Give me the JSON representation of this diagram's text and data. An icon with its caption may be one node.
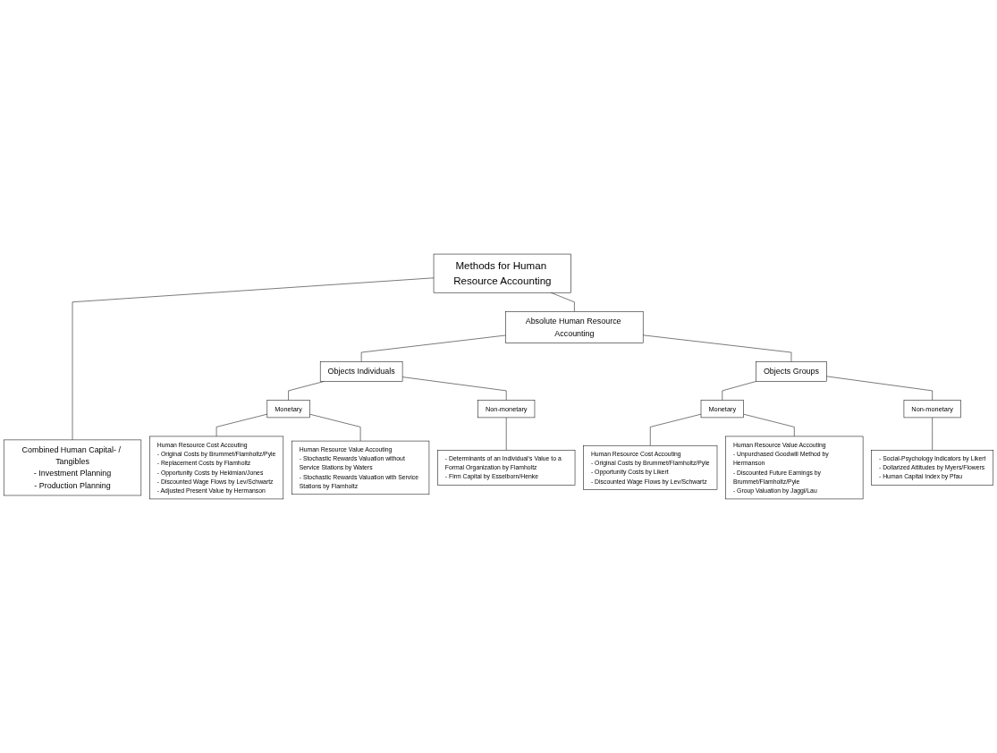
{
  "diagram": {
    "nodes": [
      {
        "text": [
          "Methods for Human Resource Accounting"
        ]
      },
      {
        "text": [
          "Combined Human Capital- / Tangibles",
          "- Investment Planning",
          "- Production Planning"
        ]
      },
      {
        "text": [
          "Absolute Human Resource Accounting"
        ]
      },
      {
        "text": [
          "Objects Individuals"
        ]
      },
      {
        "text": [
          "Objects Groups"
        ]
      },
      {
        "text": [
          "Monetary"
        ]
      },
      {
        "text": [
          "Non-monetary"
        ]
      },
      {
        "text": [
          "Human Resource Cost Accouting",
          "- Original Costs by Brummet/Flamholtz/Pyle",
          "- Replacement Costs by Flamholtz",
          "- Opportunity Costs by Hekimian/Jones",
          "- Discounted Wage Flows by Lev/Schwartz",
          "- Adjusted Present Value by Hermanson"
        ]
      },
      {
        "text": [
          "Human Resource Value Accouting",
          "- Stochastic Rewards Valuation without Service Stations by Waters",
          "- Stochastic Rewards Valuation with Service Stations by Flamholtz"
        ]
      },
      {
        "text": [
          "- Determinants of an Individual‘s Value to a Formal Organization by Flamholtz",
          "- Firm Capital by Esselborn/Henke"
        ]
      },
      {
        "text": [
          "Monetary"
        ]
      },
      {
        "text": [
          "Non-monetary"
        ]
      },
      {
        "text": [
          "- Social-Psychology Indicators by Likert",
          "- Dollarized Attitudes by Myers/Flowers",
          "- Human Capital Index by Pfau"
        ]
      },
      {
        "text": [
          "Human Resource Cost Accouting",
          "- Original Costs by Brummet/Flamholtz/Pyle",
          "- Opportunity Costs by Likert",
          "- Discounted Wage Flows by Lev/Schwartz"
        ]
      },
      {
        "text": [
          "Human Resource Value Accouting",
          "- Unpurchased Goodwill Method by Hermanson",
          "- Discounted Future Earnings by Brummet/Flamholtz/Pyle",
          "- Group Valuation by Jaggi/Lau"
        ]
      }
    ],
    "edges": [
      {
        "from": 0,
        "to": 1,
        "arrow": "none"
      },
      {
        "from": 0,
        "to": 2,
        "arrow": "none"
      },
      {
        "from": 2,
        "to": 3,
        "arrow": "none"
      },
      {
        "from": 2,
        "to": 4,
        "arrow": "none"
      },
      {
        "from": 3,
        "to": 5,
        "arrow": "none"
      },
      {
        "from": 3,
        "to": 6,
        "arrow": "none"
      },
      {
        "from": 5,
        "to": 7,
        "arrow": "none"
      },
      {
        "from": 5,
        "to": 8,
        "arrow": "none"
      },
      {
        "from": 6,
        "to": 9,
        "arrow": "none"
      },
      {
        "from": 4,
        "to": 10,
        "arrow": "none"
      },
      {
        "from": 4,
        "to": 11,
        "arrow": "none"
      },
      {
        "from": 11,
        "to": 12,
        "arrow": "none"
      },
      {
        "from": 10,
        "to": 13,
        "arrow": "none"
      },
      {
        "from": 10,
        "to": 14,
        "arrow": "none"
      }
    ]
  }
}
